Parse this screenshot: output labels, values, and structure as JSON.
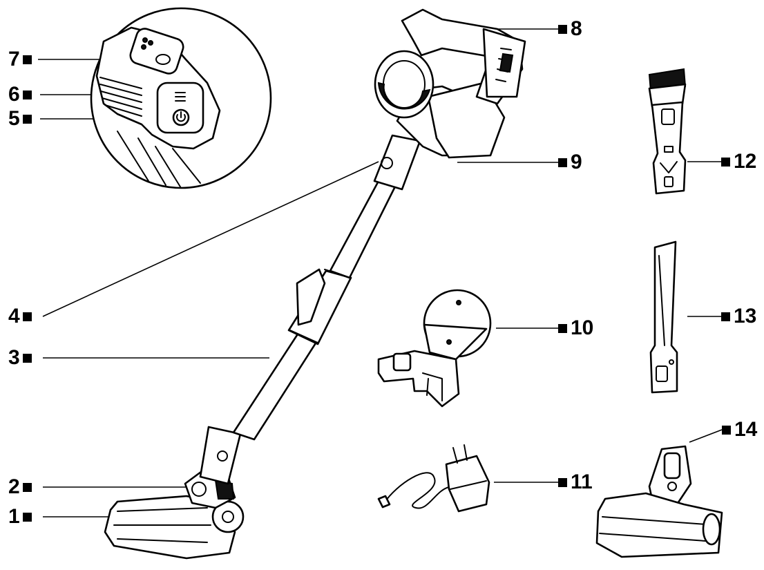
{
  "callouts": [
    {
      "id": "1",
      "label": "1"
    },
    {
      "id": "2",
      "label": "2"
    },
    {
      "id": "3",
      "label": "3"
    },
    {
      "id": "4",
      "label": "4"
    },
    {
      "id": "5",
      "label": "5"
    },
    {
      "id": "6",
      "label": "6"
    },
    {
      "id": "7",
      "label": "7"
    },
    {
      "id": "8",
      "label": "8"
    },
    {
      "id": "9",
      "label": "9"
    },
    {
      "id": "10",
      "label": "10"
    },
    {
      "id": "11",
      "label": "11"
    },
    {
      "id": "12",
      "label": "12"
    },
    {
      "id": "13",
      "label": "13"
    },
    {
      "id": "14",
      "label": "14"
    }
  ]
}
